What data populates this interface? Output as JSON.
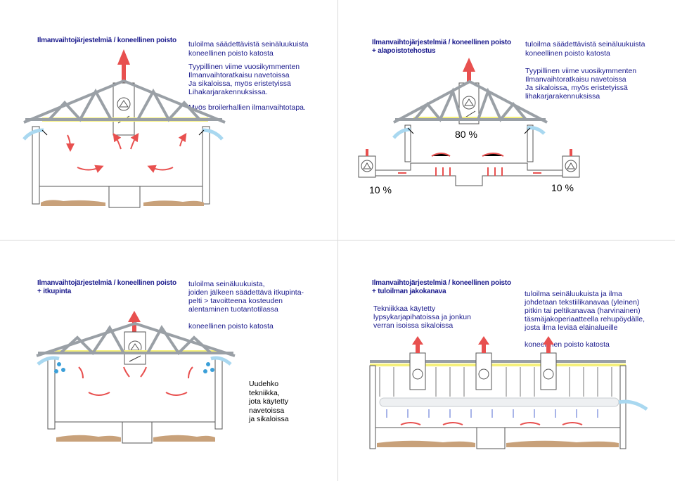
{
  "colors": {
    "text": "#1a1a8c",
    "truss": "#9aa0a6",
    "insulation": "#f5f07a",
    "exhaust": "#e8504f",
    "inflow": "#a9d8f0",
    "litter": "#c8a17a",
    "water": "#3b9fd8"
  },
  "panels": [
    {
      "title": "Ilmanvaihtojärjestelmiä / koneellinen poisto",
      "lines": [
        "tuloilma säädettävistä seinäluukuista",
        "koneellinen poisto katosta"
      ],
      "lines2": [
        "Tyypillinen viime vuosikymmenten",
        "Ilmanvaihtoratkaisu navetoissa",
        "Ja sikaloissa, myös eristetyissä",
        "Lihakarjarakennuksissa."
      ],
      "lines3": [
        "Myös broilerhallien ilmanvaihtotapa."
      ]
    },
    {
      "title": [
        "Ilmanvaihtojärjestelmiä / koneellinen poisto",
        "+ alapoistotehostus"
      ],
      "lines": [
        "tuloilma säädettävistä seinäluukuista",
        "koneellinen poisto katosta"
      ],
      "lines2": [
        "Tyypillinen viime vuosikymmenten",
        "Ilmanvaihtoratkaisu navetoissa",
        "Ja sikaloissa, myös eristetyissä",
        "lihakarjarakennuksissa"
      ],
      "pct_center": "80 %",
      "pct_left": "10 %",
      "pct_right": "10 %"
    },
    {
      "title": [
        "Ilmanvaihtojärjestelmiä / koneellinen poisto",
        "+ itkupinta"
      ],
      "lines": [
        "tuloilma seinäluukuista,",
        "joiden jälkeen säädettävä itkupinta-",
        "pelti > tavoitteena kosteuden",
        "alentaminen tuotantotilassa"
      ],
      "lines2": [
        "koneellinen poisto katosta"
      ],
      "box": [
        "Uudehko",
        "tekniikka,",
        "jota käytetty",
        "navetoissa",
        "ja sikaloissa"
      ]
    },
    {
      "title": [
        "Ilmanvaihtojärjestelmiä / koneellinen poisto",
        "+ tuloilman jakokanava"
      ],
      "lines": [
        "Tekniikkaa käytetty",
        "lypsykarjapihatoissa ja jonkun",
        "verran isoissa sikaloissa"
      ],
      "lines2": [
        "tuloilma seinäluukuista ja ilma",
        "johdetaan tekstiilikanavaa (yleinen)",
        "pitkin tai peltikanavaa (harvinainen)",
        "täsmäjakoperiaatteella rehupöydälle,",
        "josta ilma leviää eläinalueille"
      ],
      "lines3": [
        "koneellinen poisto katosta"
      ]
    }
  ]
}
